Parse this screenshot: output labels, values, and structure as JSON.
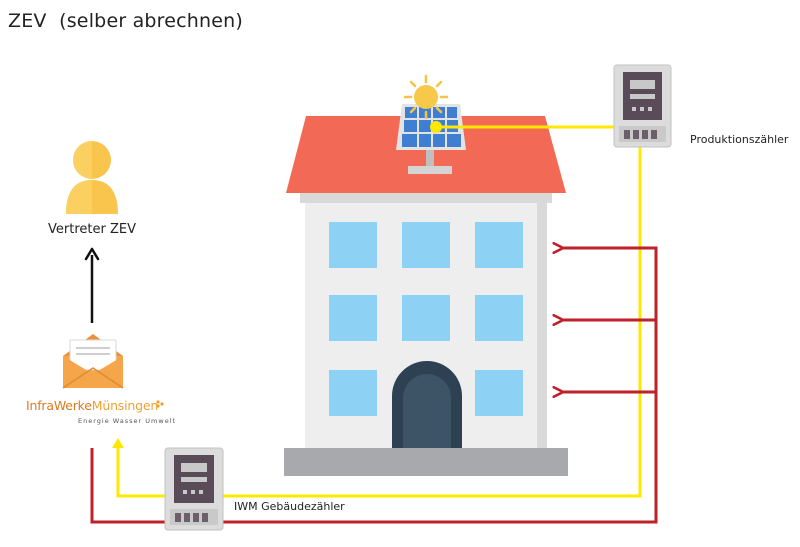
{
  "title": "ZEV  (selber abrechnen)",
  "labels": {
    "vertreter": "Vertreter ZEV",
    "produktionszaehler": "Produktionszähler",
    "gebaeudezaehler": "IWM Gebäudezähler"
  },
  "logo": {
    "part1": "Infra",
    "part2": "Werke",
    "part3": "Münsingen",
    "tagline": "Energie  Wasser  Umwelt"
  },
  "colors": {
    "yellow_line": "#ffe800",
    "red_line": "#c0202a",
    "roof": "#f26a55",
    "building": "#eeeeee",
    "window": "#8dd2f5",
    "door": "#3d5366",
    "base": "#a7a9ad",
    "person": "#f9c54d",
    "envelope": "#f6a64a"
  },
  "icons": [
    "person-icon",
    "envelope-icon",
    "solar-panel-icon",
    "sun-icon",
    "meter-icon",
    "building-icon",
    "arrow-icon"
  ]
}
